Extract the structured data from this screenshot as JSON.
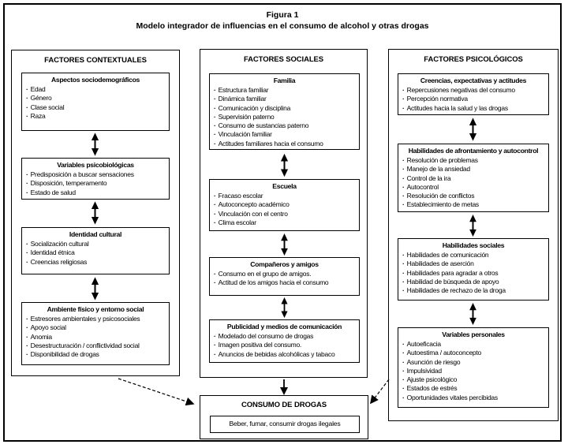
{
  "figure": {
    "title": "Figura 1",
    "subtitle": "Modelo integrador de influencias en el consumo de alcohol y otras drogas"
  },
  "columns": [
    {
      "header": "FACTORES CONTEXTUALES",
      "boxes": [
        {
          "title": "Aspectos sociodemográficos",
          "items": [
            "Edad",
            "Género",
            "Clase social",
            "Raza"
          ]
        },
        {
          "title": "Variables psicobiológicas",
          "items": [
            "Predisposición a buscar sensaciones",
            "Disposición, temperamento",
            "Estado de salud"
          ]
        },
        {
          "title": "Identidad cultural",
          "items": [
            "Socialización cultural",
            "Identidad étnica",
            "Creencias religiosas"
          ]
        },
        {
          "title": "Ambiente físico y entorno social",
          "items": [
            "Estresores ambientales y psicosociales",
            "Apoyo social",
            "Anomia",
            "Desestructuración / conflictividad social",
            "Disponibilidad de drogas"
          ]
        }
      ]
    },
    {
      "header": "FACTORES SOCIALES",
      "boxes": [
        {
          "title": "Familia",
          "items": [
            "Estructura familiar",
            "Dinámica familiar",
            "Comunicación y disciplina",
            "Supervisión paterno",
            "Consumo de sustancias paterno",
            "Vinculación familiar",
            "Actitudes familiares hacia el consumo"
          ]
        },
        {
          "title": "Escuela",
          "items": [
            "Fracaso escolar",
            "Autoconcepto académico",
            "Vinculación con el centro",
            "Clima escolar"
          ]
        },
        {
          "title": "Compañeros y amigos",
          "items": [
            "Consumo en el grupo de amigos.",
            "Actitud de los amigos hacia el consumo"
          ]
        },
        {
          "title": "Publicidad y medios de comunicación",
          "items": [
            "Modelado del consumo de drogas",
            "Imagen positiva del consumo.",
            "Anuncios de bebidas alcohólicas y tabaco"
          ]
        }
      ]
    },
    {
      "header": "FACTORES PSICOLÓGICOS",
      "boxes": [
        {
          "title": "Creencias, expectativas y actitudes",
          "items": [
            "Repercusiones negativas del consumo",
            "Percepción normativa",
            "Actitudes hacia la salud y las drogas"
          ]
        },
        {
          "title": "Habilidades de afrontamiento y autocontrol",
          "items": [
            "Resolución de problemas",
            "Manejo de la ansiedad",
            "Control de la ira",
            "Autocontrol",
            "Resolución de conflictos",
            "Establecimiento de metas"
          ]
        },
        {
          "title": "Habilidades sociales",
          "items": [
            "Habilidades de comunicación",
            "Habilidades de aserción",
            "Habilidades para agradar a otros",
            "Habilidad de búsqueda de apoyo",
            "Habilidades de rechazo de la droga"
          ]
        },
        {
          "title": "Variables personales",
          "items": [
            "Autoeficacia",
            "Autoestima / autoconcepto",
            "Asunción de riesgo",
            "Impulsividad",
            "Ajuste psicológico",
            "Estados de estrés",
            "Oportunidades vitales percibidas"
          ]
        }
      ]
    }
  ],
  "outcome": {
    "title": "CONSUMO DE DROGAS",
    "label": "Beber, fumar, consumir drogas ilegales"
  },
  "colors": {
    "line": "#000000",
    "background": "#ffffff"
  }
}
